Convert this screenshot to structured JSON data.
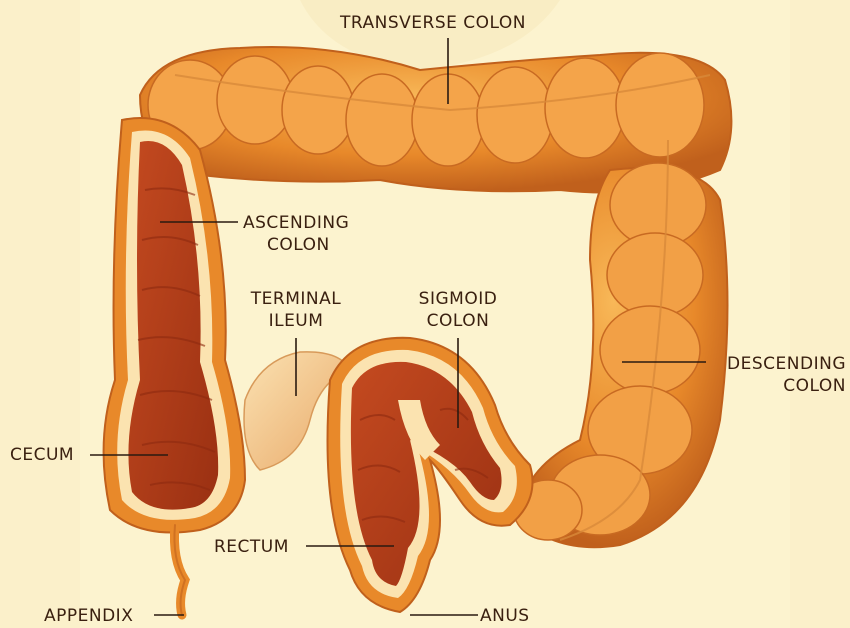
{
  "diagram": {
    "labels": {
      "transverse_colon": "TRANSVERSE COLON",
      "ascending_colon": [
        "ASCENDING",
        "COLON"
      ],
      "terminal_ileum": [
        "TERMINAL",
        "ILEUM"
      ],
      "sigmoid_colon": [
        "SIGMOID",
        "COLON"
      ],
      "descending_colon": [
        "DESCENDING",
        "COLON"
      ],
      "cecum": "CECUM",
      "rectum": "RECTUM",
      "appendix": "APPENDIX",
      "anus": "ANUS"
    },
    "colors": {
      "background": "#fcf3cf",
      "colon_outer": "#e8892a",
      "colon_highlight": "#f6b04e",
      "colon_shadow": "#c0601c",
      "interior": "#b8401c",
      "interior_dark": "#8e2a10",
      "rim": "#fbe3b0",
      "leader_line": "#2a1a10"
    }
  }
}
